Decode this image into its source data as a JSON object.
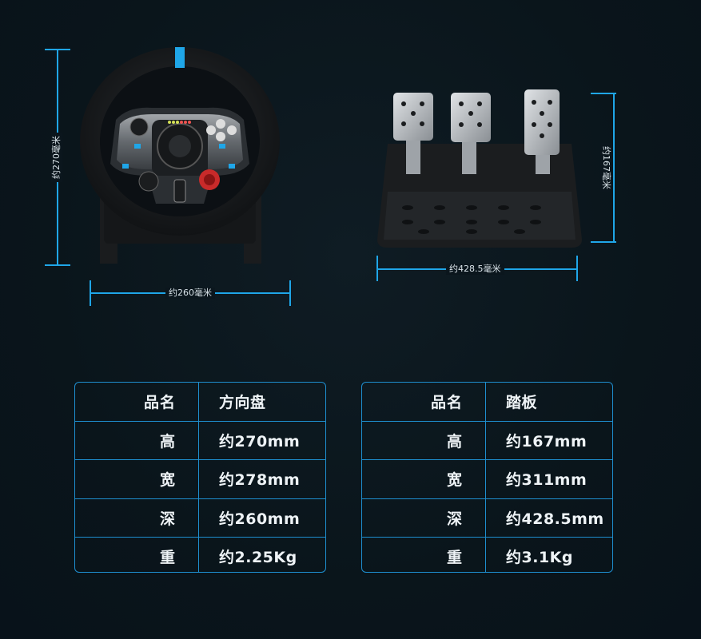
{
  "wheel_dims": {
    "height_label": "约270毫米",
    "width_label": "约260毫米"
  },
  "pedal_dims": {
    "height_label": "约167毫米",
    "width_label": "约428.5毫米"
  },
  "wheel_table": {
    "header": {
      "key": "品名",
      "value": "方向盘"
    },
    "rows": [
      {
        "key": "高",
        "value": "约270mm"
      },
      {
        "key": "宽",
        "value": "约278mm"
      },
      {
        "key": "深",
        "value": "约260mm"
      },
      {
        "key": "重",
        "value": "约2.25Kg"
      }
    ]
  },
  "pedal_table": {
    "header": {
      "key": "品名",
      "value": "踏板"
    },
    "rows": [
      {
        "key": "高",
        "value": "约167mm"
      },
      {
        "key": "宽",
        "value": "约311mm"
      },
      {
        "key": "深",
        "value": "约428.5mm"
      },
      {
        "key": "重",
        "value": "约3.1Kg"
      }
    ]
  },
  "colors": {
    "accent": "#1fa6e8",
    "table_border": "#1e8fd0",
    "background": "#0b161d"
  }
}
